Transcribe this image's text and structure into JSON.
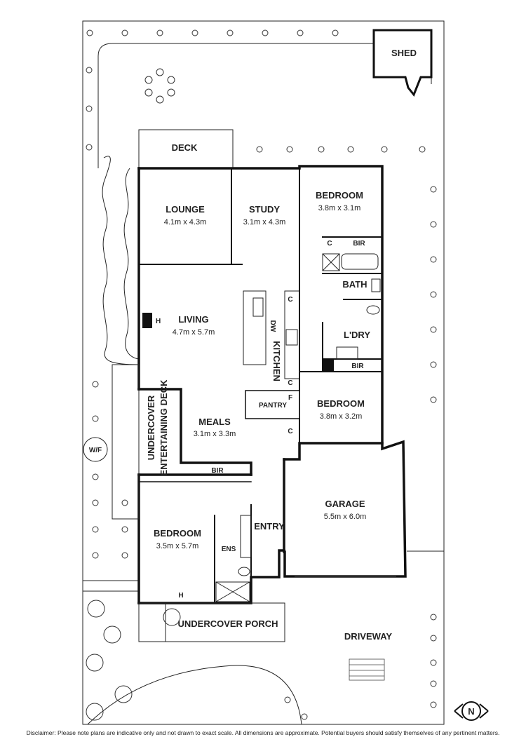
{
  "rooms": {
    "shed": "SHED",
    "deck": "DECK",
    "lounge": {
      "name": "LOUNGE",
      "dims": "4.1m x 4.3m"
    },
    "study": {
      "name": "STUDY",
      "dims": "3.1m x 4.3m"
    },
    "bedroom_ne": {
      "name": "BEDROOM",
      "dims": "3.8m x 3.1m"
    },
    "living": {
      "name": "LIVING",
      "dims": "4.7m x 5.7m"
    },
    "kitchen": "KITCHEN",
    "bath": "BATH",
    "laundry": "L'DRY",
    "pantry": "PANTRY",
    "bedroom_e": {
      "name": "BEDROOM",
      "dims": "3.8m x 3.2m"
    },
    "meals": {
      "name": "MEALS",
      "dims": "3.1m x 3.3m"
    },
    "undercover_deck_1": "UNDERCOVER",
    "undercover_deck_2": "ENTERTAINING DECK",
    "garage": {
      "name": "GARAGE",
      "dims": "5.5m x 6.0m"
    },
    "bedroom_sw": {
      "name": "BEDROOM",
      "dims": "3.5m x 5.7m"
    },
    "ens": "ENS",
    "entry": "ENTRY",
    "porch": "UNDERCOVER PORCH",
    "driveway": "DRIVEWAY",
    "wf": "W/F"
  },
  "fixtures": {
    "c": "C",
    "bir": "BIR",
    "dw": "DW",
    "f": "F",
    "h": "H"
  },
  "compass": "N",
  "disclaimer": "Disclaimer: Please note plans are indicative only and not drawn to exact scale. All dimensions are approximate. Potential buyers should satisfy themselves of any pertinent matters."
}
